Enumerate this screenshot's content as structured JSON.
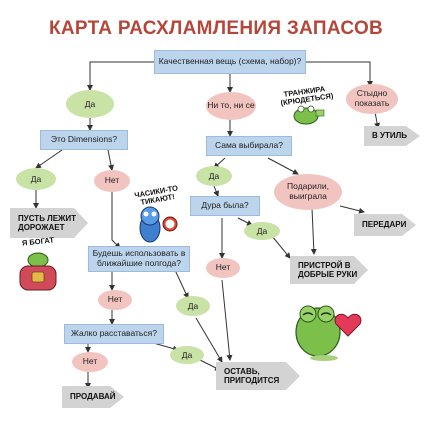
{
  "title": "КАРТА РАСХЛАМЛЕНИЯ ЗАПАСОВ",
  "nodes": {
    "start": "Качественная вещь (схема, набор)?",
    "yes_top": "Да",
    "no_top": "Ни то, ни се",
    "no_right": "Стыдно показать",
    "res_trash": "В УТИЛЬ",
    "q_dimensions": "Это Dimensions?",
    "q_chose": "Сама выбирала?",
    "dim_yes": "Да",
    "dim_no": "Нет",
    "res_lie": "ПУСТЬ ЛЕЖИТ ДОРОЖАЕТ",
    "chose_yes": "Да",
    "chose_gift": "Подарили, выиграла",
    "q_fool": "Дура была?",
    "res_pass": "ПЕРЕДАРИ",
    "fool_yes": "Да",
    "fool_no": "Нет",
    "res_good_hands": "ПРИСТРОЙ В ДОБРЫЕ РУКИ",
    "q_use": "Будешь использовать в ближайшие полгода?",
    "use_no": "Нет",
    "use_yes": "Да",
    "q_pity": "Жалко расставаться?",
    "pity_no": "Нет",
    "pity_yes": "Да",
    "res_sell": "ПРОДАВАЙ",
    "res_keep": "ОСТАВЬ, ПРИГОДИТСЯ"
  },
  "stickers": {
    "spender": "ТРАНЖИРА (КРЮДЕТЬСЯ)",
    "ticking": "ЧАСИКИ-ТО ТИКАЮТ!",
    "rich": "Я БОГАТ"
  },
  "colors": {
    "title": "#b5473a",
    "question": "#bcd4ec",
    "yes": "#c9e2a6",
    "no": "#f2c4c0",
    "result": "#d3d3d3",
    "line": "#333333"
  }
}
